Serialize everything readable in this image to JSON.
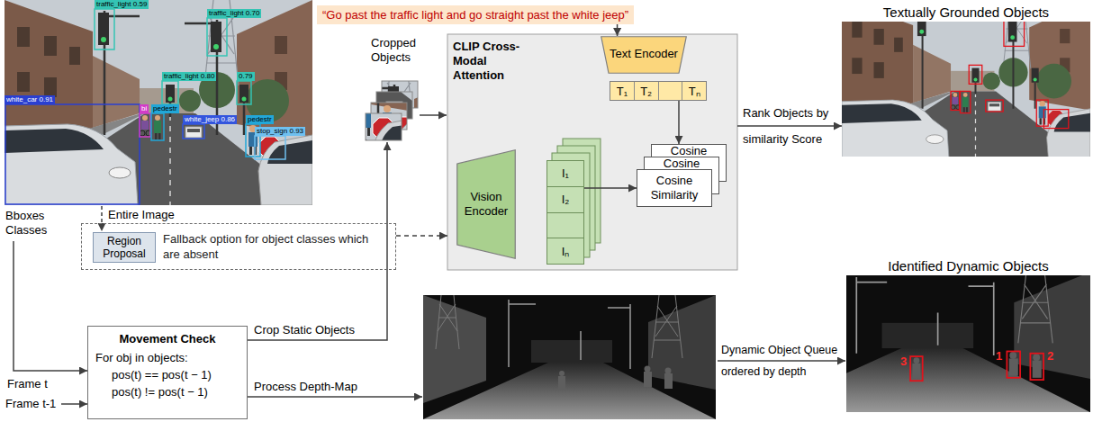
{
  "diagram": {
    "nodes": [
      {
        "text": [
          "“Go past the traffic light and go straight past the white jeep”"
        ]
      },
      {
        "text": [
          "CLIP Cross-Modal Attention"
        ]
      },
      {
        "text": [
          "Text Encoder"
        ],
        "in": 1
      },
      {
        "text": [
          "T₁",
          "T₂",
          "Tₙ"
        ],
        "in": 1
      },
      {
        "text": [
          "Vision Encoder"
        ],
        "in": 1
      },
      {
        "text": [
          "I₁",
          "I₂",
          "Iₙ"
        ],
        "in": 1
      },
      {
        "text": [
          "Cosine"
        ],
        "in": 1
      },
      {
        "text": [
          "Cosine"
        ],
        "in": 1
      },
      {
        "text": [
          "Cosine Similarity"
        ],
        "in": 1
      },
      {
        "text": [
          "Textually Grounded Objects"
        ]
      },
      {
        "text": [
          "Fallback option for object classes which are absent"
        ]
      },
      {
        "text": [
          "Region Proposal"
        ],
        "in": 10
      },
      {
        "text": [
          "Movement Check",
          "For obj in objects:",
          "pos(t) == pos(t − 1)",
          "pos(t) != pos(t − 1)"
        ]
      },
      {
        "text": [
          "Identified Dynamic Objects"
        ]
      }
    ],
    "edges": [
      {
        "from": 0,
        "to": 2,
        "arrow": "to"
      },
      {
        "from": 3,
        "to": 6,
        "arrow": "to"
      },
      {
        "from": 5,
        "to": 8,
        "arrow": "to"
      },
      {
        "from": 1,
        "to": 9,
        "arrow": "to"
      },
      {
        "from": 10,
        "to": 1,
        "arrow": "to"
      }
    ],
    "labels": [
      "traffic_light 0.59",
      "traffic_light 0.70",
      "traffic_light 0.80",
      "0.79",
      "white_car 0.91",
      "bi",
      "pedestr",
      "white_jeep 0.86",
      "pedestr",
      "stop_sign 0.93",
      "Cropped Objects",
      "Rank Objects by",
      "similarity Score",
      "Bboxes",
      "Classes",
      "Entire Image",
      "Frame t",
      "Frame t-1",
      "Crop Static Objects",
      "Process Depth-Map",
      "Dynamic Object Queue",
      "ordered by depth",
      "3",
      "1",
      "2"
    ]
  }
}
